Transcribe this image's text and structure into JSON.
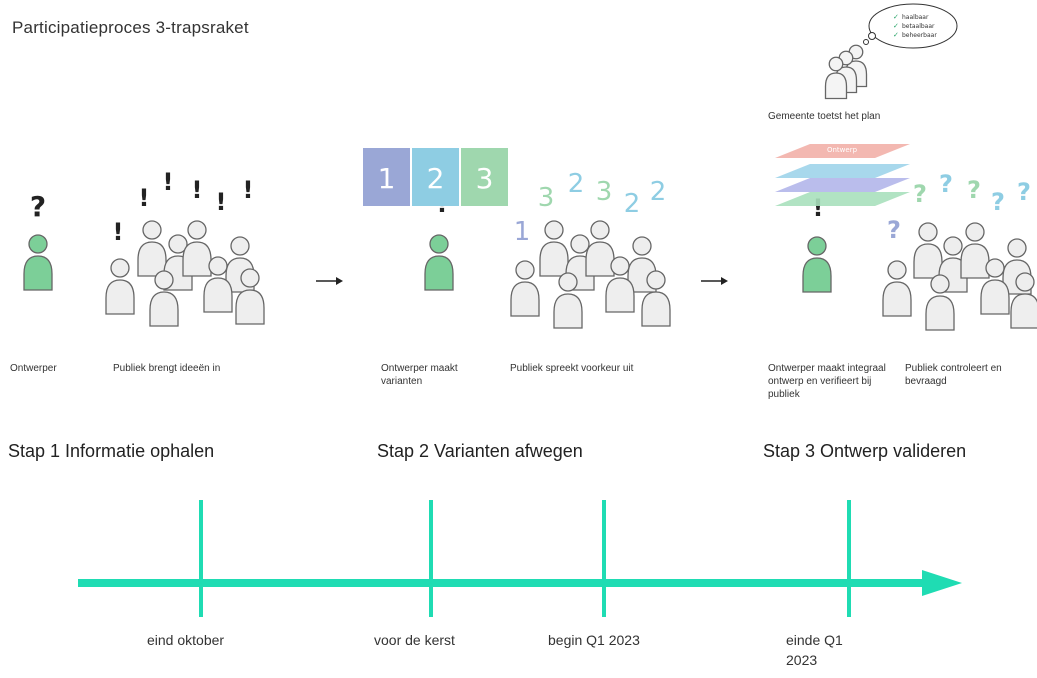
{
  "title": "Participatieproces 3-trapsraket",
  "colors": {
    "accent": "#1fdcb3",
    "designer_green": "#7ccf98",
    "person_gray": "#eeeeee",
    "outline": "#666666",
    "card_purple": "#9aa7d6",
    "card_blue": "#8ecde3",
    "card_green": "#9fd7ae",
    "layer_red": "#f2b0a8",
    "layer_blue": "#9fd4ea",
    "layer_purple": "#b3b6ea",
    "layer_green": "#a9e0bd"
  },
  "step1": {
    "designer_label": "Ontwerper",
    "public_label": "Publiek brengt ideeën in",
    "designer_mark": "?",
    "public_mark": "!"
  },
  "step2": {
    "cards": [
      "1",
      "2",
      "3"
    ],
    "designer_label": "Ontwerper maakt varianten",
    "public_label": "Publiek spreekt voorkeur uit",
    "designer_mark": "!",
    "public_votes": [
      "1",
      "3",
      "2",
      "3",
      "2",
      "2"
    ]
  },
  "step3": {
    "gemeente_label": "Gemeente toetst het plan",
    "checklist": [
      "haalbaar",
      "betaalbaar",
      "beheerbaar"
    ],
    "layer_label": "Ontwerp",
    "designer_label": "Ontwerper maakt integraal ontwerp en verifieert bij publiek",
    "public_label": "Publiek controleert en bevraagd",
    "designer_mark": "!",
    "public_mark": "?"
  },
  "stages": [
    "Stap 1 Informatie ophalen",
    "Stap 2 Varianten afwegen",
    "Stap 3 Ontwerp valideren"
  ],
  "timeline": {
    "milestones": [
      {
        "label": "eind oktober"
      },
      {
        "label": "voor de kerst"
      },
      {
        "label": "begin Q1 2023"
      },
      {
        "label": "einde Q1 2023"
      }
    ]
  }
}
